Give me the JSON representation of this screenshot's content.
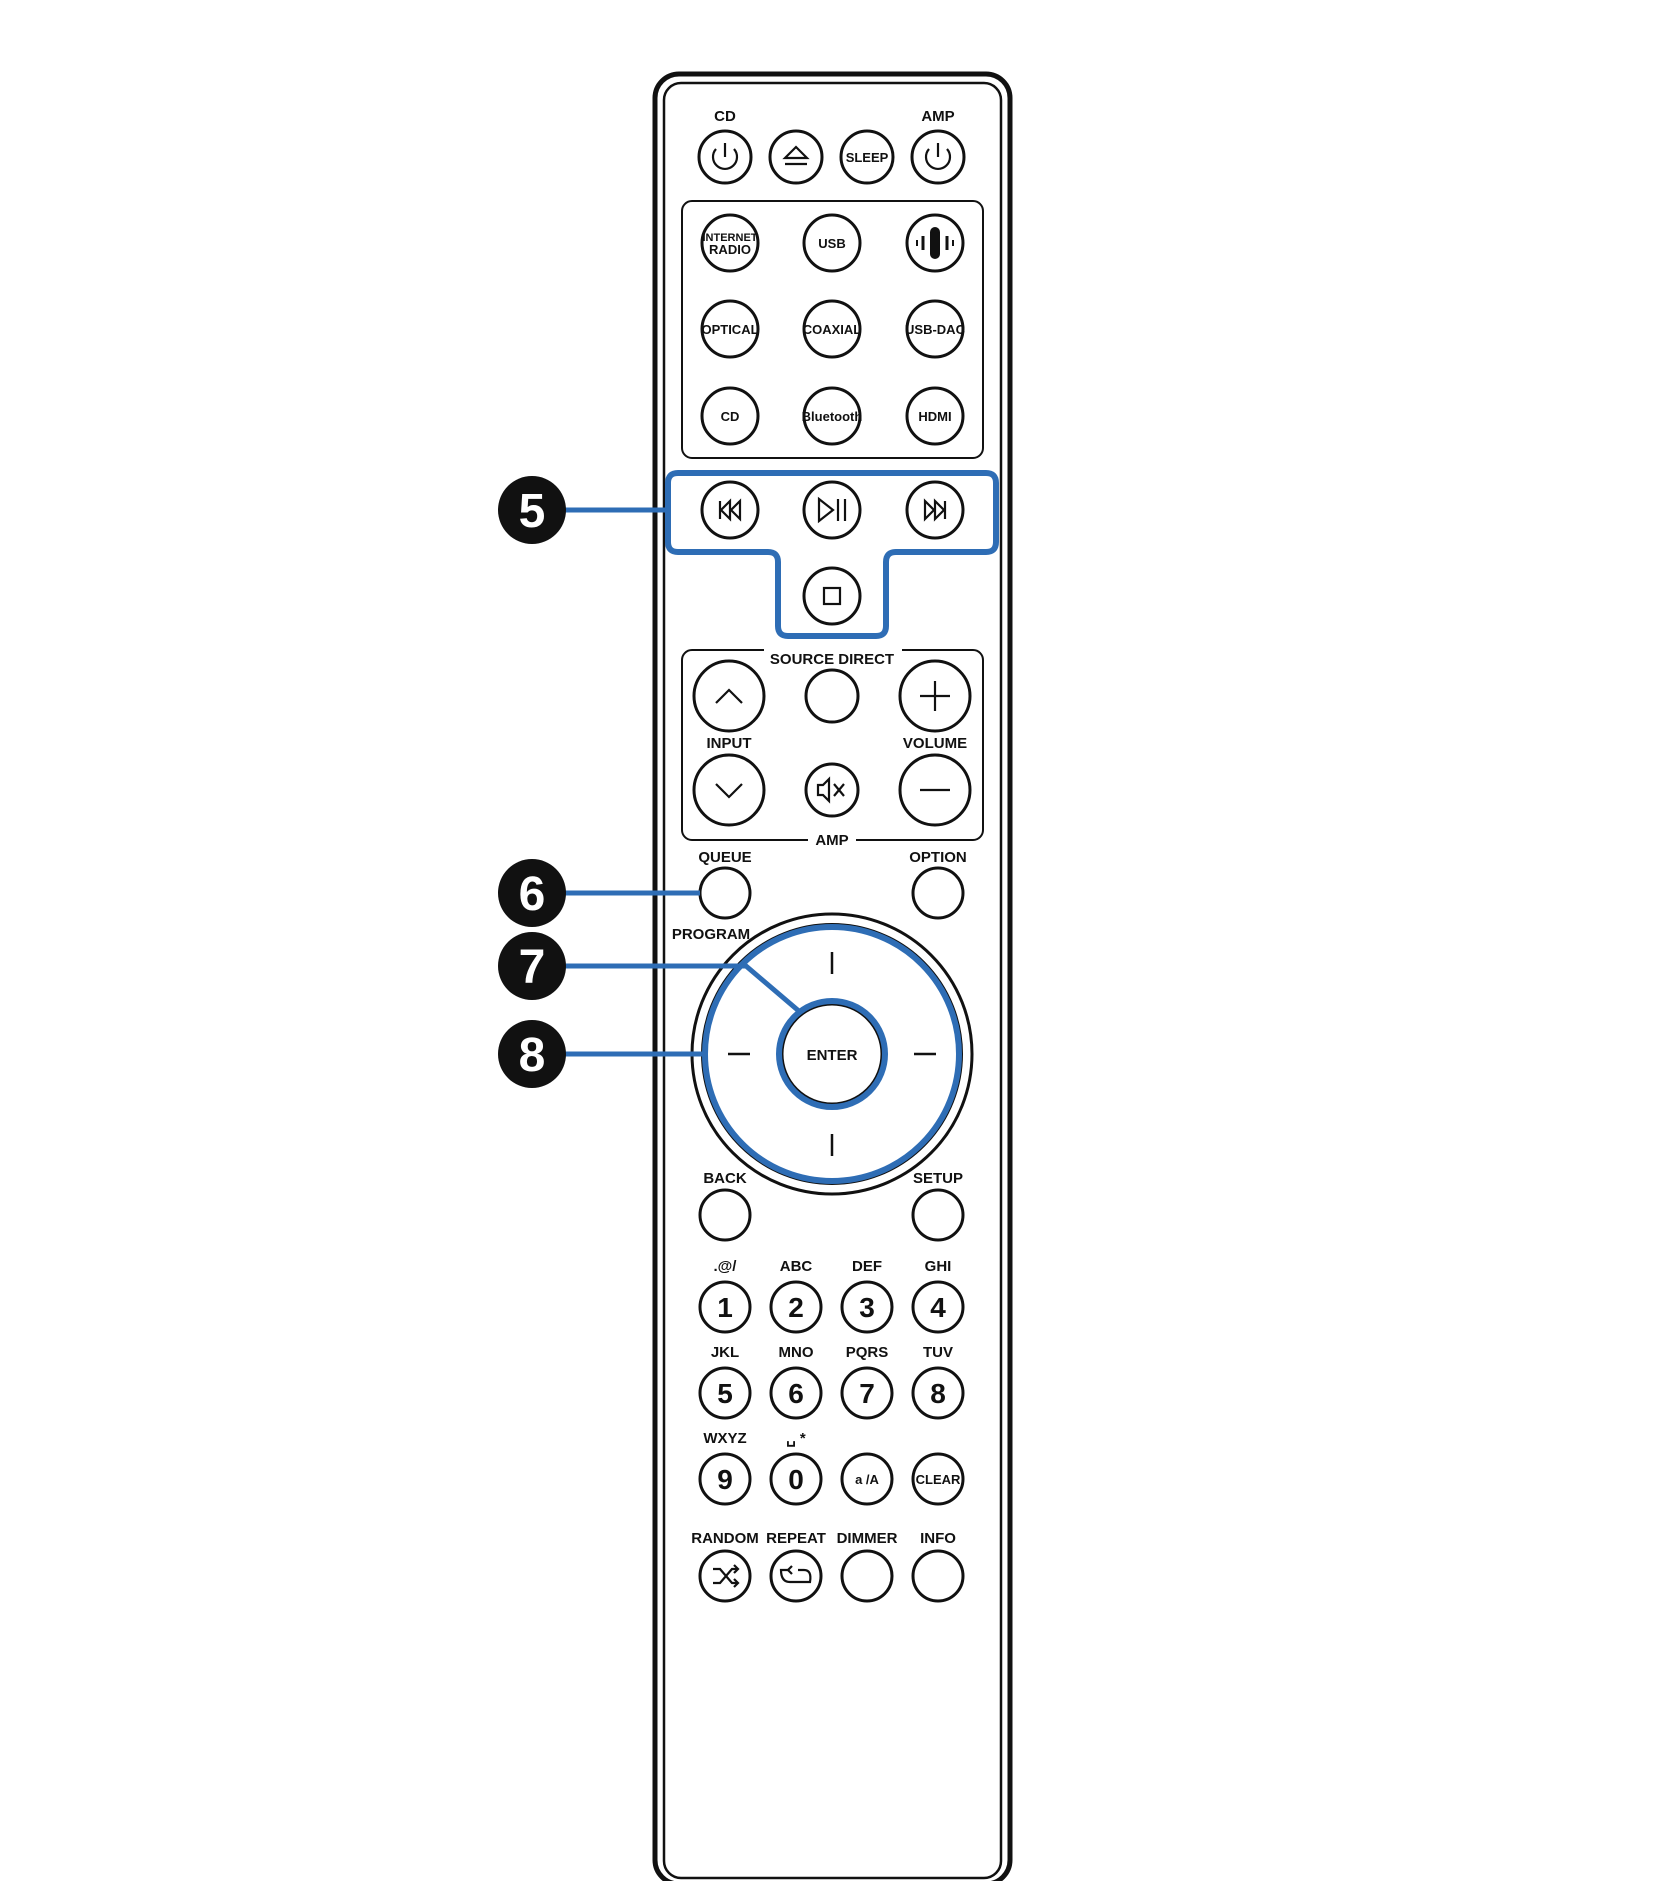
{
  "top": {
    "cd": "CD",
    "amp": "AMP",
    "sleep": "SLEEP"
  },
  "sources": {
    "internet_radio_l1": "INTERNET",
    "internet_radio_l2": "RADIO",
    "usb": "USB",
    "optical": "OPTICAL",
    "coaxial": "COAXIAL",
    "usb_dac": "USB-DAC",
    "cd": "CD",
    "bluetooth": "Bluetooth",
    "hdmi": "HDMI"
  },
  "amp": {
    "source_direct": "SOURCE DIRECT",
    "input": "INPUT",
    "volume": "VOLUME",
    "amp": "AMP"
  },
  "nav": {
    "queue": "QUEUE",
    "option": "OPTION",
    "program": "PROGRAM",
    "enter": "ENTER",
    "back": "BACK",
    "setup": "SETUP"
  },
  "keypad": [
    {
      "sub": ".@/",
      "main": "1"
    },
    {
      "sub": "ABC",
      "main": "2"
    },
    {
      "sub": "DEF",
      "main": "3"
    },
    {
      "sub": "GHI",
      "main": "4"
    },
    {
      "sub": "JKL",
      "main": "5"
    },
    {
      "sub": "MNO",
      "main": "6"
    },
    {
      "sub": "PQRS",
      "main": "7"
    },
    {
      "sub": "TUV",
      "main": "8"
    },
    {
      "sub": "WXYZ",
      "main": "9"
    },
    {
      "sub": "␣ *",
      "main": "0"
    },
    {
      "sub": "",
      "main": "a /A"
    },
    {
      "sub": "",
      "main": "CLEAR"
    }
  ],
  "bottom": {
    "random": "RANDOM",
    "repeat": "REPEAT",
    "dimmer": "DIMMER",
    "info": "INFO"
  },
  "callouts": [
    "5",
    "6",
    "7",
    "8"
  ],
  "colors": {
    "highlight": "#2e6db5",
    "outline": "#111111",
    "callout": "#111111"
  }
}
